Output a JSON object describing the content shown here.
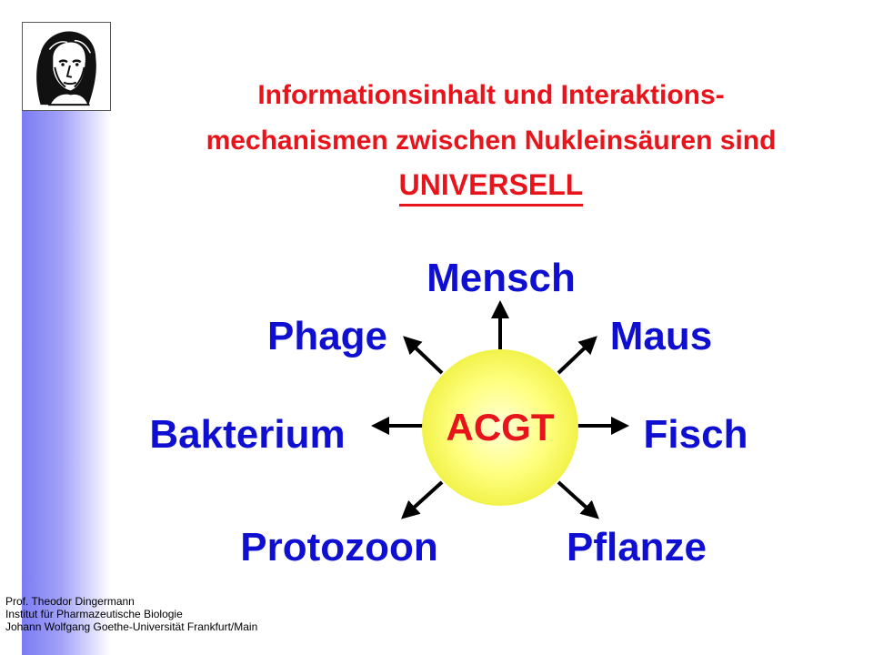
{
  "title": {
    "line1": "Informationsinhalt und Interaktions-",
    "line2": "mechanismen zwischen Nukleinsäuren sind",
    "emphasis": "UNIVERSELL"
  },
  "diagram": {
    "center": "ACGT",
    "organisms": {
      "top": "Mensch",
      "top_left": "Phage",
      "top_right": "Maus",
      "left": "Bakterium",
      "right": "Fisch",
      "bottom_left": "Protozoon",
      "bottom_right": "Pflanze"
    }
  },
  "footer": {
    "author": "Prof. Theodor  Dingermann",
    "institute": "Institut für Pharmazeutische  Biologie",
    "university": "Johann Wolfgang Goethe-Universität Frankfurt/Main"
  },
  "colors": {
    "title": "#e8141b",
    "organism": "#0f0fd2",
    "center_fill": "#ffff66",
    "arrow": "#000000",
    "sidebar": "#7b7bf3"
  },
  "icons": {
    "logo": "goethe-portrait-logo"
  }
}
